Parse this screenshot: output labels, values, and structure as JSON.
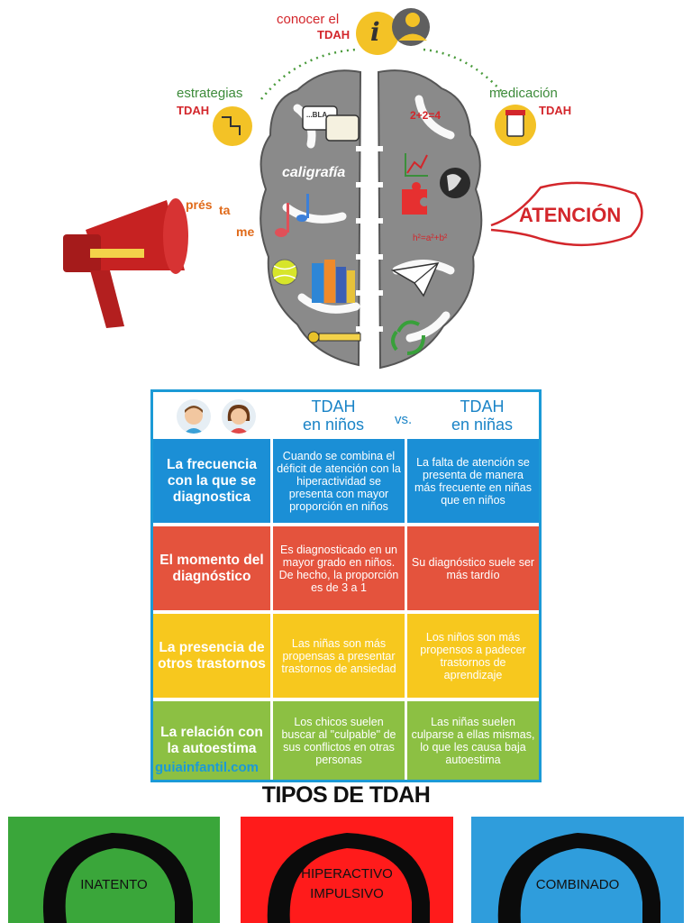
{
  "brain": {
    "conocer_line1": "conocer el",
    "conocer_line2": "TDAH",
    "estrategias_line1": "estrategias",
    "estrategias_line2": "TDAH",
    "medicacion_line1": "medicación",
    "medicacion_line2": "TDAH",
    "prestame_1": "prés",
    "prestame_2": "ta",
    "prestame_3": "me",
    "atencion": "ATENCIÓN",
    "caligrafia": "caligrafía",
    "math_sum": "2+2=4",
    "math_formula": "h²=a²+b²",
    "bla": "...BLA",
    "info_icon_char": "i",
    "icons": [
      "info-icon",
      "doctor-icon",
      "maze-icon",
      "pill-bottle-icon",
      "megaphone-icon",
      "music-note-icon",
      "tennis-ball-icon",
      "books-icon",
      "globe-icon",
      "puzzle-icon",
      "paper-plane-icon",
      "recycle-icon",
      "graph-icon",
      "speech-bubble-icon",
      "tape-measure-icon"
    ]
  },
  "compare": {
    "boys_title_1": "TDAH",
    "boys_title_2": "en niños",
    "vs": "vs.",
    "girls_title_1": "TDAH",
    "girls_title_2": "en niñas",
    "rows": [
      {
        "color": "#1b8fd6",
        "label": "La frecuencia con la que se diagnostica",
        "boys": "Cuando se combina el déficit de atención con la hiperactividad se presenta con mayor proporción en niños",
        "girls": "La falta de atención se presenta de manera más frecuente en niñas que en niños"
      },
      {
        "color": "#e4533d",
        "label": "El momento del diagnóstico",
        "boys": "Es diagnosticado en un mayor grado en niños. De hecho, la proporción es de 3 a 1",
        "girls": "Su diagnóstico suele ser más tardío"
      },
      {
        "color": "#f7c81e",
        "label": "La presencia de otros trastornos",
        "boys": "Las niñas son más propensas a presentar trastornos de ansiedad",
        "girls": "Los niños son más propensos a padecer trastornos de aprendizaje"
      },
      {
        "color": "#8cc043",
        "label": "La relación con la autoestima",
        "boys": "Los chicos suelen buscar al \"culpable\" de sus conflictos en otras personas",
        "girls": "Las niñas suelen culparse a ellas mismas, lo que les causa baja autoestima"
      }
    ],
    "watermark": "guiainfantil.com"
  },
  "types": {
    "title": "TIPOS DE TDAH",
    "panels": [
      {
        "color": "#3aa63a",
        "line1": "INATENTO",
        "line2": ""
      },
      {
        "color": "#ff1b1b",
        "line1": "HIPERACTIVO",
        "line2": "IMPULSIVO"
      },
      {
        "color": "#2f9ddc",
        "line1": "COMBINADO",
        "line2": ""
      }
    ]
  }
}
